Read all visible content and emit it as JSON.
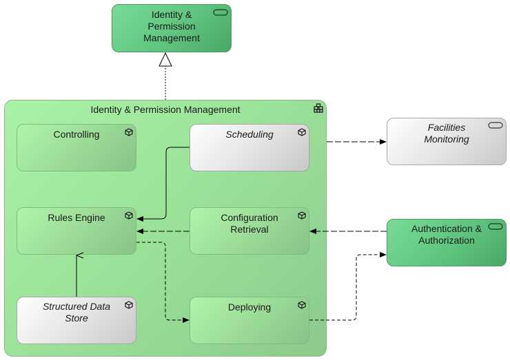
{
  "diagram": {
    "top_service": {
      "label": "Identity & Permission Management",
      "icon": "service-icon"
    },
    "group": {
      "label": "Identity & Permission Management",
      "icon": "collaboration-icon"
    },
    "components": {
      "controlling": {
        "label": "Controlling",
        "icon": "component-icon"
      },
      "scheduling": {
        "label": "Scheduling",
        "icon": "component-icon"
      },
      "rules_engine": {
        "label": "Rules Engine",
        "icon": "component-icon"
      },
      "configuration_retrieval": {
        "label": "Configuration Retrieval",
        "icon": "component-icon"
      },
      "structured_data_store": {
        "label": "Structured Data Store",
        "icon": "component-icon"
      },
      "deploying": {
        "label": "Deploying",
        "icon": "component-icon"
      }
    },
    "external": {
      "facilities_monitoring": {
        "label": "Facilities Monitoring",
        "icon": "service-icon"
      },
      "auth": {
        "label": "Authentication & Authorization",
        "icon": "service-icon"
      }
    },
    "relationships": [
      {
        "from": "group",
        "to": "top_service",
        "type": "realization"
      },
      {
        "from": "scheduling",
        "to": "facilities_monitoring",
        "type": "flow"
      },
      {
        "from": "scheduling",
        "to": "rules_engine",
        "type": "triggering"
      },
      {
        "from": "configuration_retrieval",
        "to": "rules_engine",
        "type": "flow"
      },
      {
        "from": "auth",
        "to": "configuration_retrieval",
        "type": "flow"
      },
      {
        "from": "structured_data_store",
        "to": "rules_engine",
        "type": "access"
      },
      {
        "from": "rules_engine",
        "to": "deploying",
        "type": "dashed"
      },
      {
        "from": "deploying",
        "to": "auth",
        "type": "dashed"
      }
    ],
    "colors": {
      "service_green": "#5fc47f",
      "component_green": "#9cdc98",
      "group_green": "#9ce39a",
      "grey": "#e6e6e6"
    }
  }
}
